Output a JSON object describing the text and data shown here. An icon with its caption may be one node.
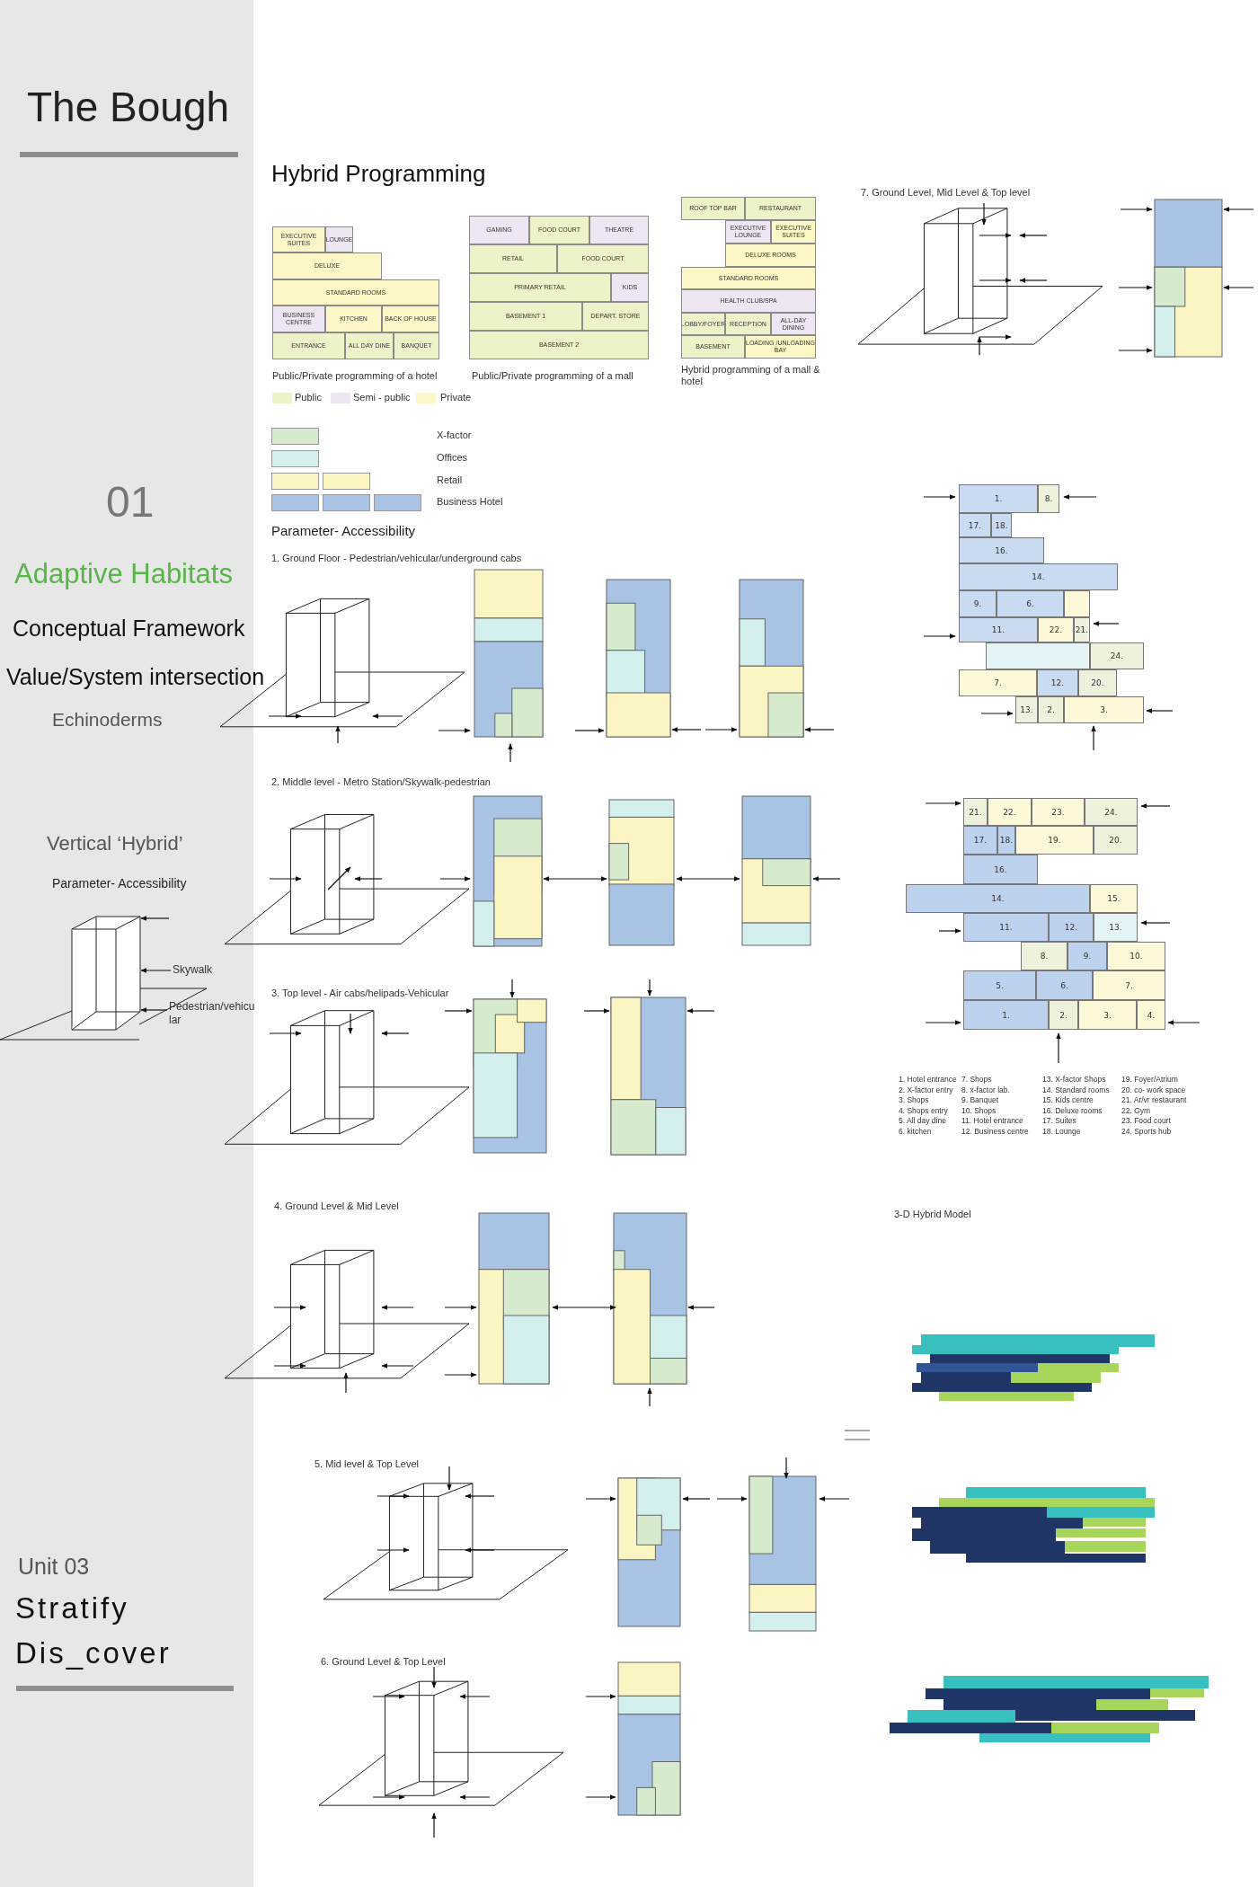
{
  "diagram": {
    "title": "The Bough",
    "nodes": [
      {
        "text": [
          "EXECUTIVE SUITES"
        ]
      },
      {
        "text": [
          "LOUNGE"
        ]
      },
      {
        "text": [
          "DELUXE"
        ]
      },
      {
        "text": [
          "STANDARD ROOMS"
        ]
      },
      {
        "text": [
          "BUSINESS CENTRE"
        ]
      },
      {
        "text": [
          "KITCHEN"
        ]
      },
      {
        "text": [
          "BACK OF HOUSE"
        ]
      },
      {
        "text": [
          "ENTRANCE"
        ]
      },
      {
        "text": [
          "ALL DAY DINE"
        ]
      },
      {
        "text": [
          "BANQUET"
        ]
      },
      {
        "text": [
          "GAMING"
        ]
      },
      {
        "text": [
          "FOOD COURT"
        ]
      },
      {
        "text": [
          "THEATRE"
        ]
      },
      {
        "text": [
          "RETAIL"
        ]
      },
      {
        "text": [
          "FOOD COURT"
        ]
      },
      {
        "text": [
          "PRIMARY RETAIL"
        ]
      },
      {
        "text": [
          "KIDS"
        ]
      },
      {
        "text": [
          "BASEMENT 1"
        ]
      },
      {
        "text": [
          "DEPART. STORE"
        ]
      },
      {
        "text": [
          "BASEMENT 2"
        ]
      },
      {
        "text": [
          "ROOF TOP BAR"
        ]
      },
      {
        "text": [
          "RESTAURANT"
        ]
      },
      {
        "text": [
          "EXECUTIVE LOUNGE"
        ]
      },
      {
        "text": [
          "EXECUTIVE SUITES"
        ]
      },
      {
        "text": [
          "DELUXE ROOMS"
        ]
      },
      {
        "text": [
          "STANDARD ROOMS"
        ]
      },
      {
        "text": [
          "HEALTH CLUB/SPA"
        ]
      },
      {
        "text": [
          "LOBBY/FOYER"
        ]
      },
      {
        "text": [
          "RECEPTION"
        ]
      },
      {
        "text": [
          "ALL-DAY DINING"
        ]
      },
      {
        "text": [
          "BASEMENT"
        ]
      },
      {
        "text": [
          "LOADING /UNLOADING BAY"
        ]
      },
      {
        "text": [
          "1."
        ]
      },
      {
        "text": [
          "8."
        ]
      },
      {
        "text": [
          "17."
        ]
      },
      {
        "text": [
          "18."
        ]
      },
      {
        "text": [
          "16."
        ]
      },
      {
        "text": [
          "14."
        ]
      },
      {
        "text": [
          "9."
        ]
      },
      {
        "text": [
          "6."
        ]
      },
      {
        "text": [],
        "shape": "box"
      },
      {
        "text": [
          "11."
        ]
      },
      {
        "text": [
          "22."
        ]
      },
      {
        "text": [
          "21."
        ]
      },
      {
        "text": [],
        "shape": "box"
      },
      {
        "text": [
          "24."
        ]
      },
      {
        "text": [
          "7."
        ]
      },
      {
        "text": [
          "12."
        ]
      },
      {
        "text": [
          "20."
        ]
      },
      {
        "text": [
          "13."
        ]
      },
      {
        "text": [
          "2."
        ]
      },
      {
        "text": [
          "3."
        ]
      },
      {
        "text": [
          "21."
        ]
      },
      {
        "text": [
          "22."
        ]
      },
      {
        "text": [
          "23."
        ]
      },
      {
        "text": [
          "24."
        ]
      },
      {
        "text": [
          "17."
        ]
      },
      {
        "text": [
          "18."
        ]
      },
      {
        "text": [
          "19."
        ]
      },
      {
        "text": [
          "20."
        ]
      },
      {
        "text": [
          "16."
        ]
      },
      {
        "text": [
          "14."
        ]
      },
      {
        "text": [
          "15."
        ]
      },
      {
        "text": [
          "11."
        ]
      },
      {
        "text": [
          "12."
        ]
      },
      {
        "text": [
          "13."
        ]
      },
      {
        "text": [
          "8."
        ]
      },
      {
        "text": [
          "9."
        ]
      },
      {
        "text": [
          "10."
        ]
      },
      {
        "text": [
          "5."
        ]
      },
      {
        "text": [
          "6."
        ]
      },
      {
        "text": [
          "7."
        ]
      },
      {
        "text": [
          "1."
        ]
      },
      {
        "text": [
          "2."
        ]
      },
      {
        "text": [
          "3."
        ]
      },
      {
        "text": [
          "4."
        ]
      },
      {
        "text": [],
        "shape": "box"
      },
      {
        "text": [
          "Skywalk"
        ]
      },
      {
        "text": [
          "Pedestrian/vehicu lar"
        ]
      }
    ],
    "edges": [
      {
        "from": null,
        "to": 76,
        "arrow": "to"
      },
      {
        "from": 77,
        "to": 76,
        "arrow": "to"
      },
      {
        "from": 78,
        "to": 76,
        "arrow": "to"
      }
    ],
    "labels": [
      "Hybrid Programming",
      "Public/Private programming of a hotel",
      "Public/Private programming of a mall",
      "Hybrid programming of a mall & hotel",
      "7. Ground Level, Mid Level & Top level",
      "Parameter- Accessibility",
      "1. Ground Floor - Pedestrian/vehicular/underground cabs",
      "2. Middle level - Metro Station/Skywalk-pedestrian",
      "3. Top level - Air cabs/helipads-Vehicular",
      "4. Ground Level & Mid Level",
      "3-D Hybrid Model",
      "5. Mid level & Top Level",
      "6. Ground Level & Top Level",
      "01",
      "Adaptive Habitats",
      "Conceptual Framework",
      "Value/System intersection",
      "Echinoderms",
      "Vertical ‘Hybrid’",
      "Parameter- Accessibility",
      "Unit 03",
      "Stratify",
      "Dis_cover",
      "1. Hotel entrance",
      "2. X-factor entry",
      "3. Shops",
      "4. Shops entry",
      "5. All day dine",
      "6. kitchen",
      "7. Shops",
      "8. x-factor lab.",
      "9. Banquet",
      "10. Shops",
      "11. Hotel entrance",
      "12. Business centre",
      "13. X-factor Shops",
      "14. Standard rooms",
      "15. Kids centre",
      "16. Deluxe rooms",
      "17. Suites",
      "18. Lounge",
      "19. Foyer/Atrium",
      "20. co- work space",
      "21. Ar/vr restaurant",
      "22. Gym",
      "23. Food court",
      "24. Sports hub"
    ],
    "legend": [
      {
        "text": "Public",
        "color": "#eef2c8"
      },
      {
        "text": "Semi - public",
        "color": "#efe6f4"
      },
      {
        "text": "Private",
        "color": "#fdf6c6"
      },
      {
        "text": "X-factor",
        "color": "#d6ebcd"
      },
      {
        "text": "Offices",
        "color": "#d3efee"
      },
      {
        "text": "Retail",
        "color": "#fbf5c4"
      },
      {
        "text": "Business Hotel",
        "color": "#a8c3e3"
      }
    ]
  }
}
